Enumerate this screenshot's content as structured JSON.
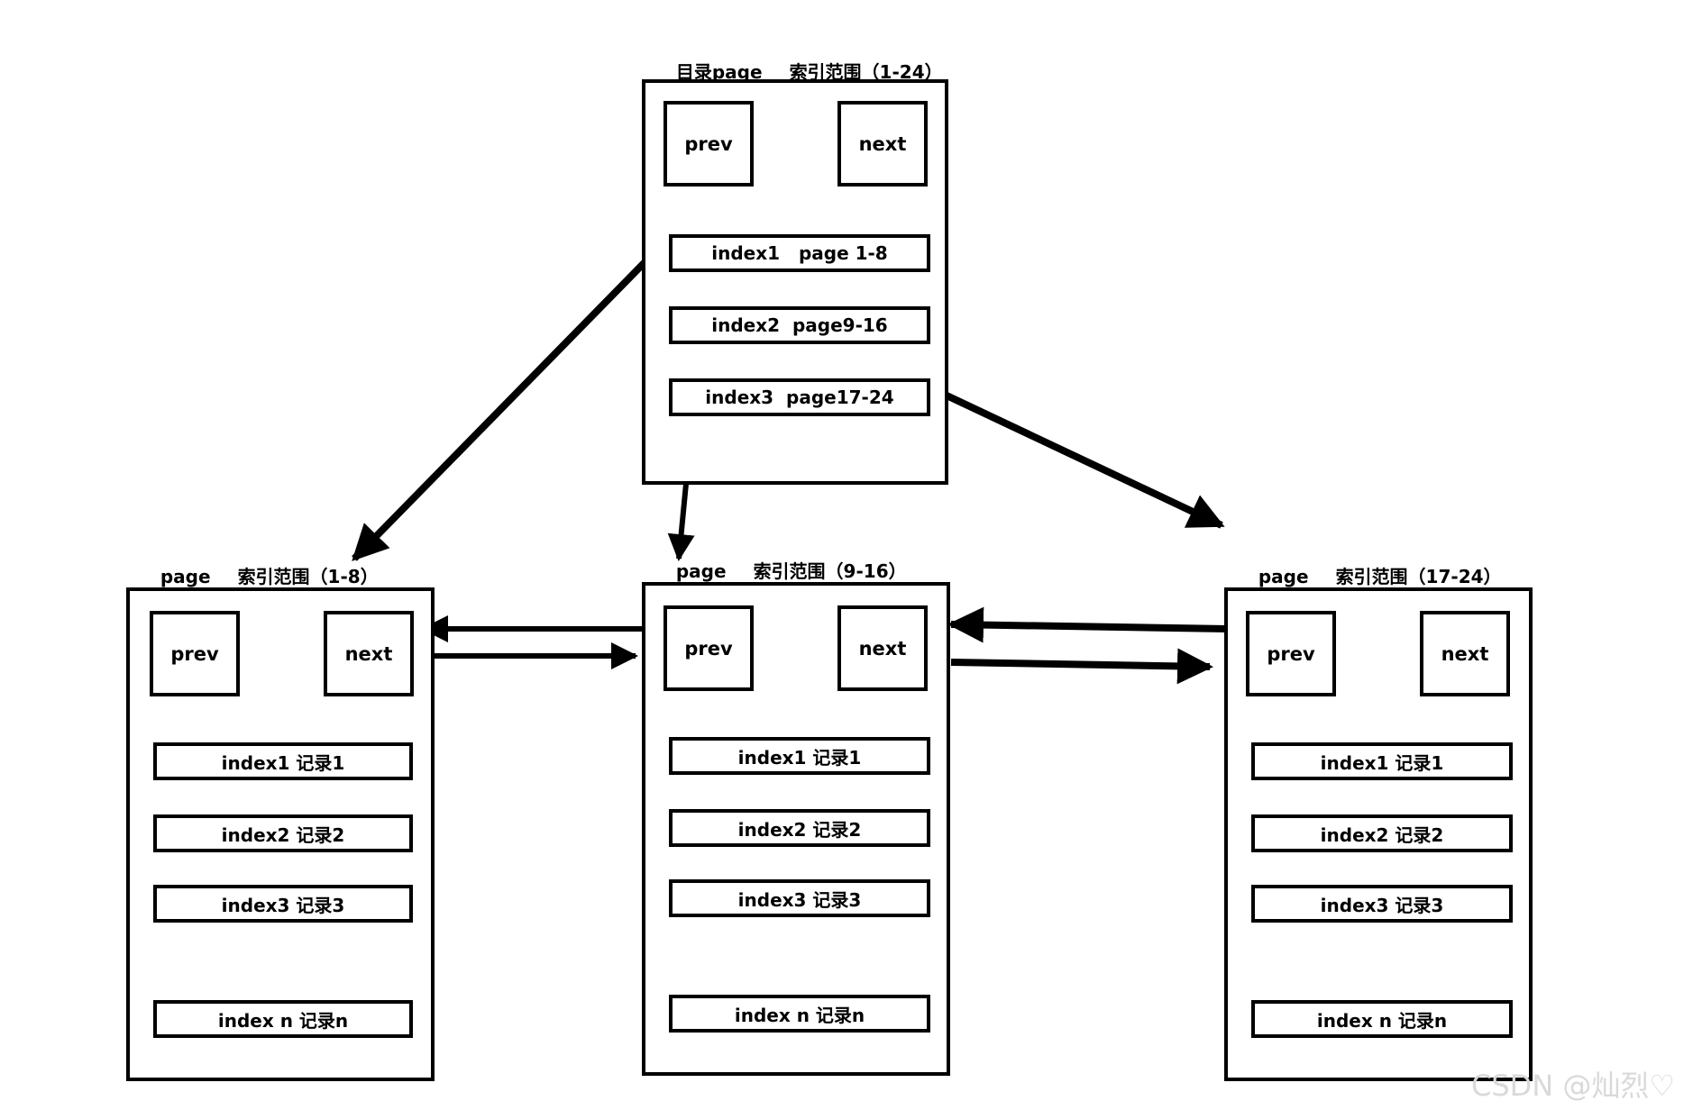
{
  "directory": {
    "title_prefix": "目录page",
    "title_range": "索引范围（1-24）",
    "prev": "prev",
    "next": "next",
    "rows": [
      {
        "index": "index1",
        "target": "page 1-8"
      },
      {
        "index": "index2",
        "target": "page9-16"
      },
      {
        "index": "index3",
        "target": "page17-24"
      }
    ]
  },
  "pages": [
    {
      "title_prefix": "page",
      "title_range": "索引范围（1-8）",
      "prev": "prev",
      "next": "next",
      "rows": [
        "index1 记录1",
        "index2 记录2",
        "index3 记录3",
        "index n 记录n"
      ]
    },
    {
      "title_prefix": "page",
      "title_range": "索引范围（9-16）",
      "prev": "prev",
      "next": "next",
      "rows": [
        "index1 记录1",
        "index2 记录2",
        "index3 记录3",
        "index n 记录n"
      ]
    },
    {
      "title_prefix": "page",
      "title_range": "索引范围（17-24）",
      "prev": "prev",
      "next": "next",
      "rows": [
        "index1 记录1",
        "index2 记录2",
        "index3 记录3",
        "index n 记录n"
      ]
    }
  ],
  "watermark": "CSDN @灿烈♡"
}
